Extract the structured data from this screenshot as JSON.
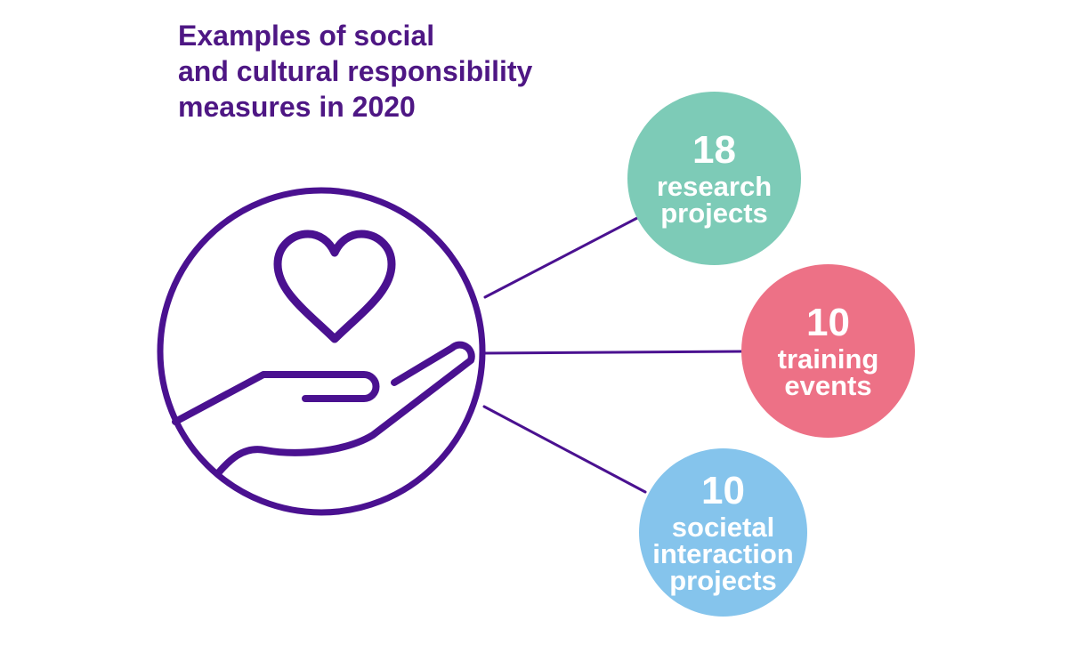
{
  "title": {
    "lines": [
      "Examples of social",
      "and cultural responsibility",
      "measures in 2020"
    ]
  },
  "icon": {
    "name": "hand-holding-heart"
  },
  "stats": [
    {
      "id": "research-projects",
      "value": "18",
      "label": "research\nprojects",
      "color_key": "bubble_teal"
    },
    {
      "id": "training-events",
      "value": "10",
      "label": "training\nevents",
      "color_key": "bubble_pink"
    },
    {
      "id": "societal-projects",
      "value": "10",
      "label": "societal\ninteraction\nprojects",
      "color_key": "bubble_blue"
    }
  ],
  "colors": {
    "background": "#ffffff",
    "title_purple": "#4e1784",
    "icon_purple": "#4a1190",
    "connector_purple": "#4a1190",
    "bubble_teal": "#7dcbb7",
    "bubble_pink": "#ed7186",
    "bubble_blue": "#85c4ec",
    "bubble_text": "#ffffff"
  }
}
